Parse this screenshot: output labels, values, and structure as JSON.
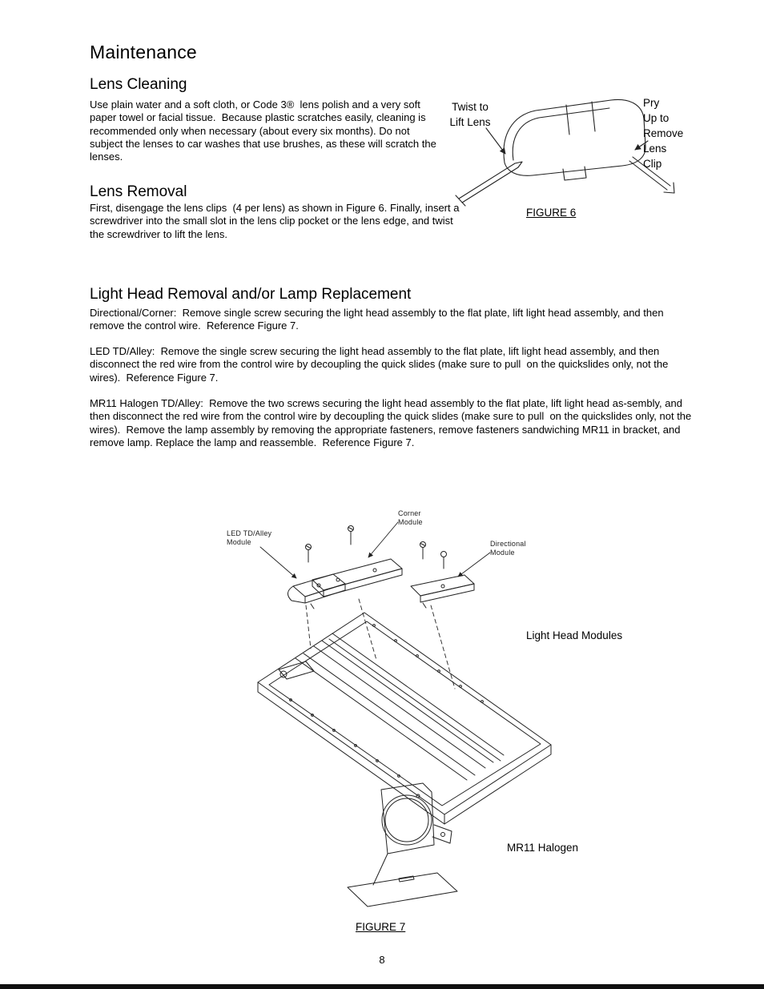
{
  "title": "Maintenance",
  "sections": {
    "lens_cleaning": {
      "heading": "Lens Cleaning",
      "body": "Use plain water and a soft cloth, or Code 3®  lens polish and a very soft paper towel or facial tissue.  Because plastic scratches easily, cleaning is recommended only when necessary (about every six months). Do not subject the lenses to car washes that use brushes, as these will scratch the lenses."
    },
    "lens_removal": {
      "heading": "Lens Removal",
      "body": "First, disengage the lens clips  (4 per lens) as shown in Figure 6. Finally, insert a screwdriver into the small slot in the lens clip pocket or the lens edge, and twist the screwdriver to lift the lens."
    },
    "light_head": {
      "heading": "Light Head Removal and/or Lamp Replacement",
      "paragraphs": [
        "Directional/Corner:  Remove single screw securing the light head assembly to the flat plate, lift light head assembly, and then remove the control wire.  Reference Figure 7.",
        "LED TD/Alley:  Remove the single screw securing the light head assembly to the flat plate, lift light head assembly, and then disconnect the red wire from the control wire by decoupling the quick slides (make sure to pull  on the quickslides only, not the wires).  Reference Figure 7.",
        "MR11 Halogen TD/Alley:  Remove the two screws securing the light head assembly to the flat plate, lift light head as-sembly, and then disconnect the red wire from the control wire by decoupling the quick slides (make sure to pull  on the quickslides only, not the wires).  Remove the lamp assembly by removing the appropriate fasteners, remove fasteners sandwiching MR11 in bracket, and remove lamp. Replace the lamp and reassemble.  Reference Figure 7."
      ]
    }
  },
  "figure6": {
    "twist_label": "Twist to\nLift Lens",
    "pry_label": "Pry\nUp to\nRemove\nLens\nClip",
    "caption": "FIGURE 6"
  },
  "figure7": {
    "led_label": "LED TD/Alley\nModule",
    "corner_label": "Corner\nModule",
    "directional_label": "Directional\nModule",
    "modules_label": "Light Head Modules",
    "mr11_label": "MR11 Halogen",
    "caption": "FIGURE 7"
  },
  "footer": {
    "page_number": "8"
  }
}
